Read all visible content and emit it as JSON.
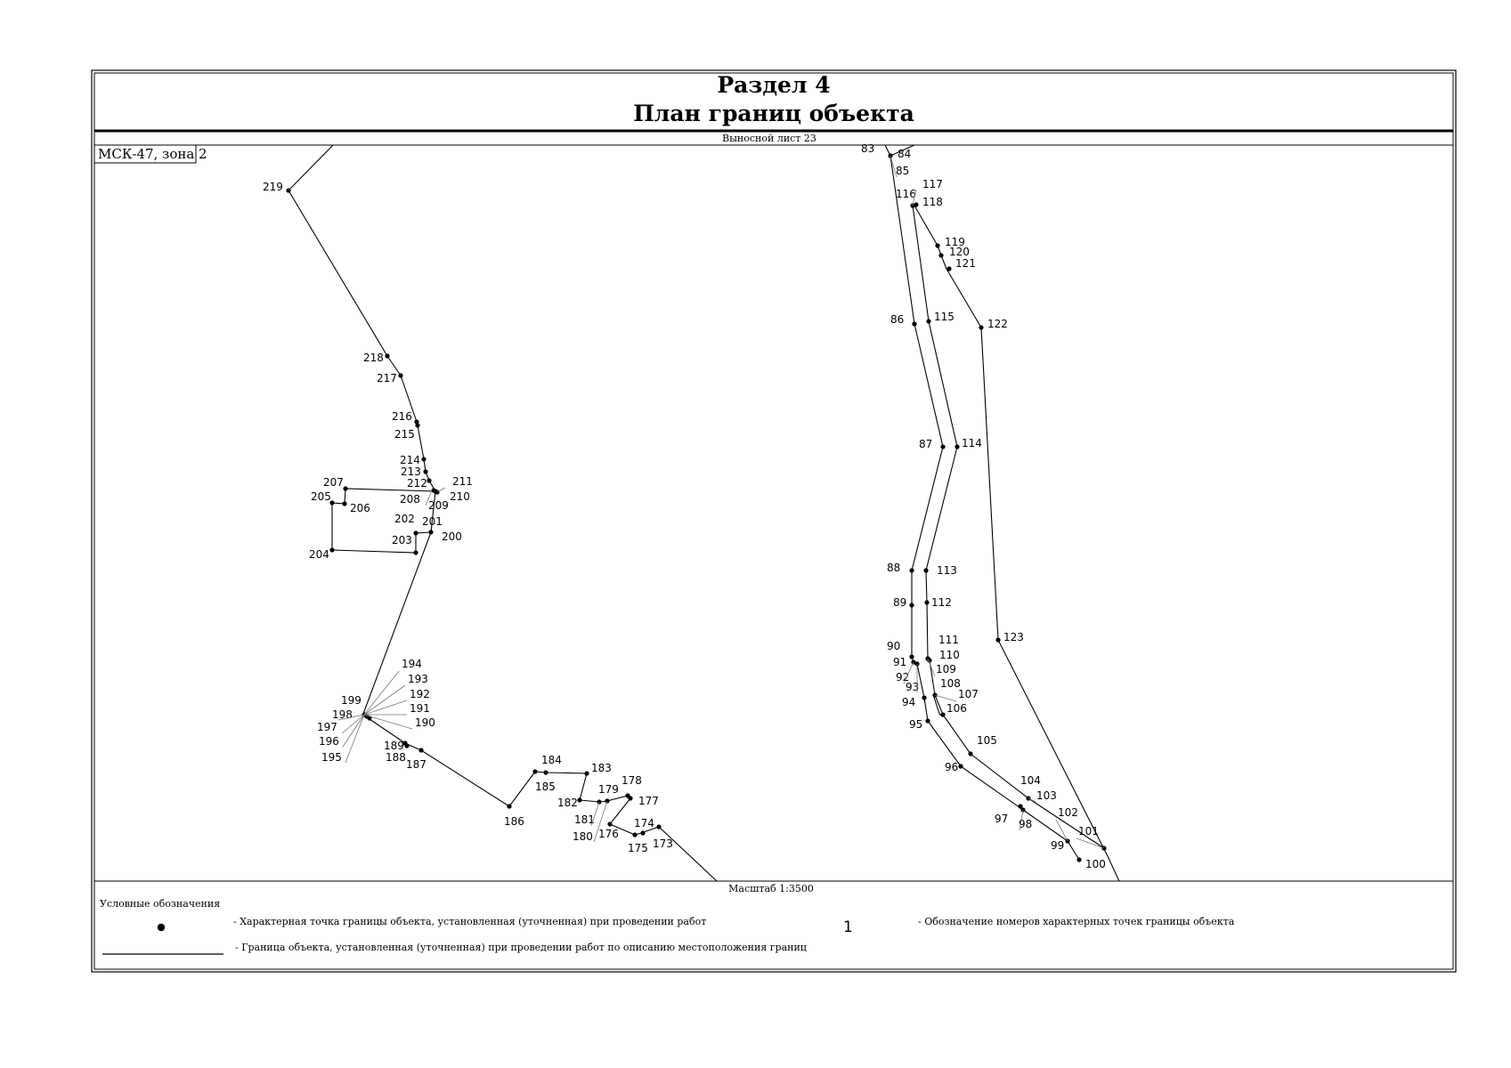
{
  "header": {
    "section": "Раздел 4",
    "title": "План границ объекта"
  },
  "sheet_label": "Выносной лист 23",
  "zone_label": "МСК-47, зона 2",
  "scale_label": "Масштаб 1:3500",
  "legend": {
    "title": "Условные обозначения",
    "point_desc": "- Характерная точка границы объекта, установленная (уточненная) при проведении работ",
    "line_desc": "- Граница объекта, установленная (уточненная) при проведении работ по описанию местоположения границ",
    "number_sample": "1",
    "number_desc": "- Обозначение номеров характерных точек границы объекта"
  },
  "boundary_west": [
    "173",
    "174",
    "175",
    "176",
    "177",
    "178",
    "179",
    "180",
    "181",
    "182",
    "183",
    "184",
    "185",
    "186",
    "187",
    "188",
    "189",
    "190",
    "191",
    "192",
    "193",
    "194",
    "195",
    "196",
    "197",
    "198",
    "199",
    "200",
    "201",
    "202",
    "203",
    "204",
    "205",
    "206",
    "207",
    "208",
    "209",
    "210",
    "211",
    "212",
    "213",
    "214",
    "215",
    "216",
    "217",
    "218",
    "219"
  ],
  "boundary_east": [
    "83",
    "84",
    "85",
    "86",
    "87",
    "88",
    "89",
    "90",
    "91",
    "92",
    "93",
    "94",
    "95",
    "96",
    "97",
    "98",
    "99",
    "100",
    "101",
    "102",
    "103",
    "104",
    "105",
    "106",
    "107",
    "108",
    "109",
    "110",
    "111",
    "112",
    "113",
    "114",
    "115",
    "116",
    "117",
    "118",
    "119",
    "120",
    "121",
    "122",
    "123"
  ],
  "colors": {
    "line": "#000000",
    "background": "#ffffff"
  }
}
